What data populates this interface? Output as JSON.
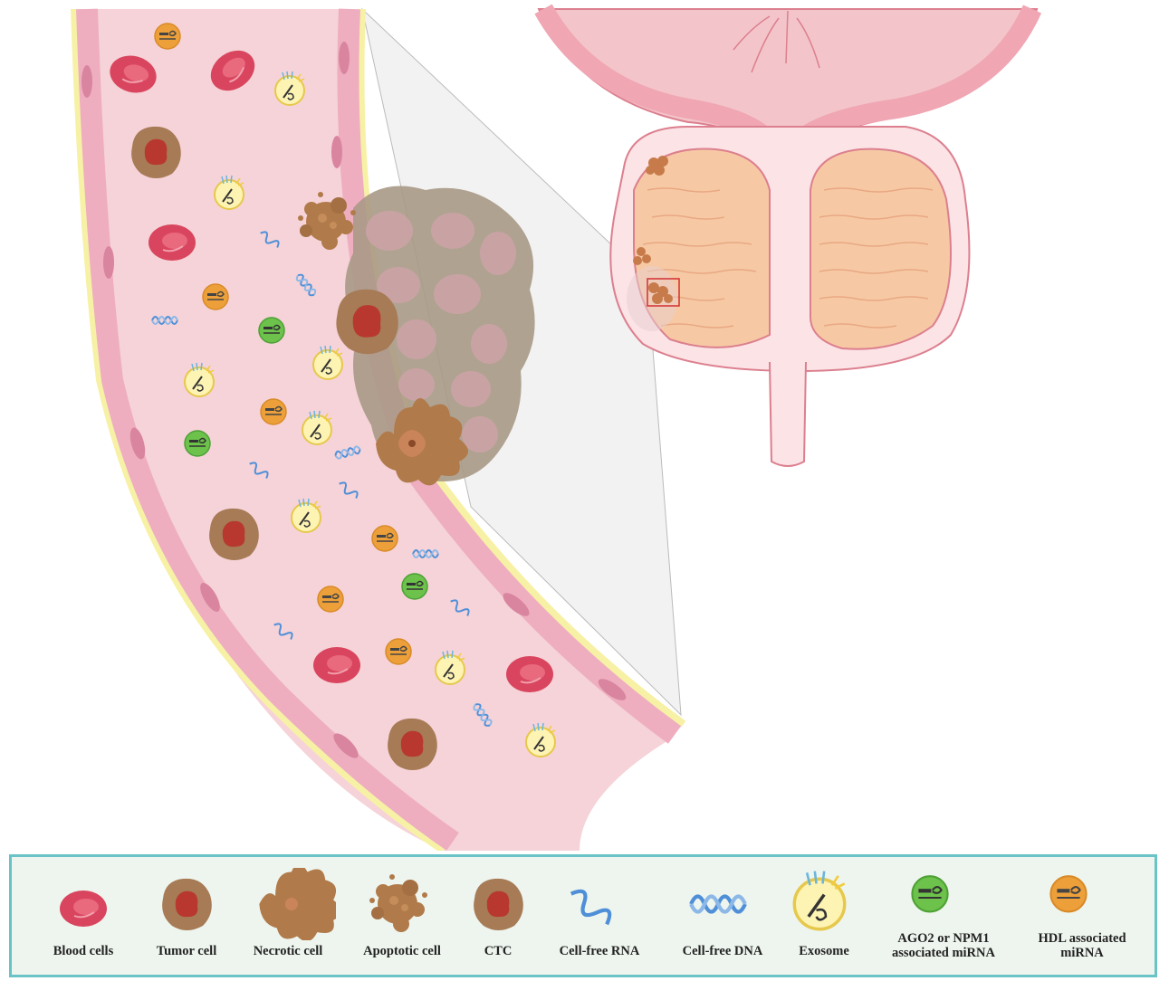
{
  "legend": {
    "items": [
      {
        "key": "blood",
        "label": "Blood cells"
      },
      {
        "key": "tumor",
        "label": "Tumor cell"
      },
      {
        "key": "necrotic",
        "label": "Necrotic cell"
      },
      {
        "key": "apoptotic",
        "label": "Apoptotic cell"
      },
      {
        "key": "ctc",
        "label": "CTC"
      },
      {
        "key": "rna",
        "label": "Cell-free RNA"
      },
      {
        "key": "dna",
        "label": "Cell-free DNA"
      },
      {
        "key": "exosome",
        "label": "Exosome"
      },
      {
        "key": "ago2",
        "label_line1": "AGO2 or NPM1",
        "label_line2": "associated miRNA"
      },
      {
        "key": "hdl",
        "label_line1": "HDL associated",
        "label_line2": "miRNA"
      }
    ]
  },
  "colors": {
    "vessel_fill": "#f5d3d8",
    "vessel_wall": "#eeaec0",
    "endothelial_nucleus": "#d9859f",
    "adventitia": "#f7f1a6",
    "blood_cell": "#d9455e",
    "tumor_outer": "#a67b56",
    "tumor_inner": "#b8382f",
    "prostate_tissue": "#f6c9a4",
    "bladder": "#f3c5cb",
    "ago2": "#6cc24a",
    "hdl": "#eda03a",
    "exosome": "#fdf3b3",
    "rna": "#4f8fd8",
    "legend_border": "#69c3c7",
    "legend_bg": "#eef5ee",
    "zoom_box": "#d32f2f"
  }
}
